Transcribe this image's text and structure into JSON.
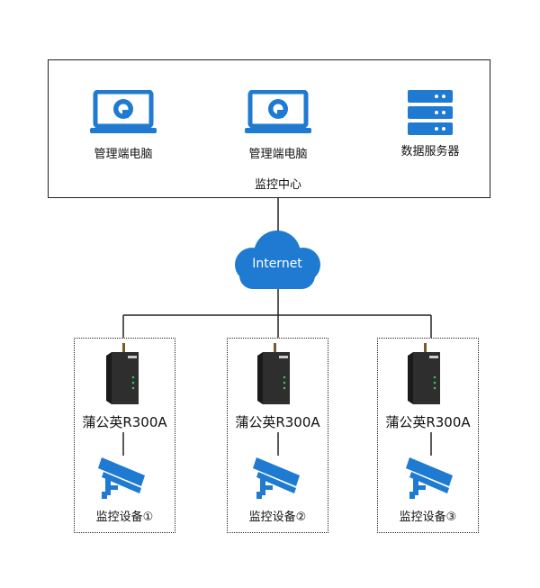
{
  "monitoring_center": {
    "title": "监控中心",
    "nodes": [
      {
        "label": "管理端电脑",
        "icon": "laptop-icon"
      },
      {
        "label": "管理端电脑",
        "icon": "laptop-icon"
      },
      {
        "label": "数据服务器",
        "icon": "server-icon"
      }
    ]
  },
  "cloud": {
    "label": "Internet",
    "icon": "cloud-icon"
  },
  "sites": [
    {
      "router": "蒲公英R300A",
      "device": "监控设备①"
    },
    {
      "router": "蒲公英R300A",
      "device": "监控设备②"
    },
    {
      "router": "蒲公英R300A",
      "device": "监控设备③"
    }
  ],
  "colors": {
    "accent": "#1f7ad1",
    "cloud": "#1f7ad1",
    "line": "#222222",
    "router": "#2a2a2a"
  }
}
